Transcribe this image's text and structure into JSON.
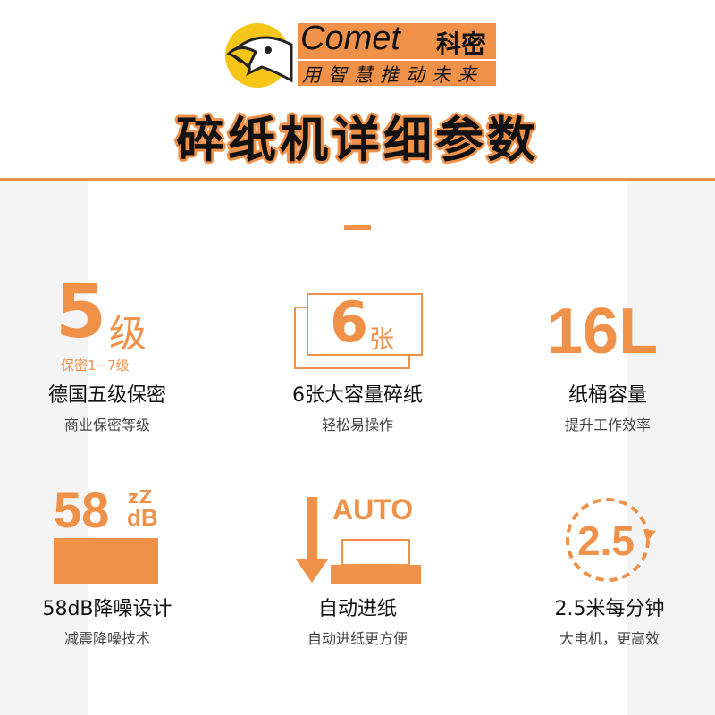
{
  "logo": {
    "brand": "Comet",
    "brand_cn": "科密",
    "slogan": "用智慧推动未来"
  },
  "title": "碎纸机详细参数",
  "features": [
    {
      "big": "5",
      "unit": "级",
      "note": "保密1−7级",
      "title": "德国五级保密",
      "sub": "商业保密等级"
    },
    {
      "big": "6",
      "unit": "张",
      "title": "6张大容量碎纸",
      "sub": "轻松易操作"
    },
    {
      "big": "16L",
      "title": "纸桶容量",
      "sub": "提升工作效率"
    },
    {
      "big": "58",
      "zz": "zZ",
      "unit": "dB",
      "title": "58dB降噪设计",
      "sub": "减震降噪技术"
    },
    {
      "big": "AUTO",
      "title": "自动进纸",
      "sub": "自动进纸更方便"
    },
    {
      "big": "2.5",
      "title": "2.5米每分钟",
      "sub": "大电机，更高效"
    }
  ],
  "colors": {
    "accent": "#f0914a"
  }
}
